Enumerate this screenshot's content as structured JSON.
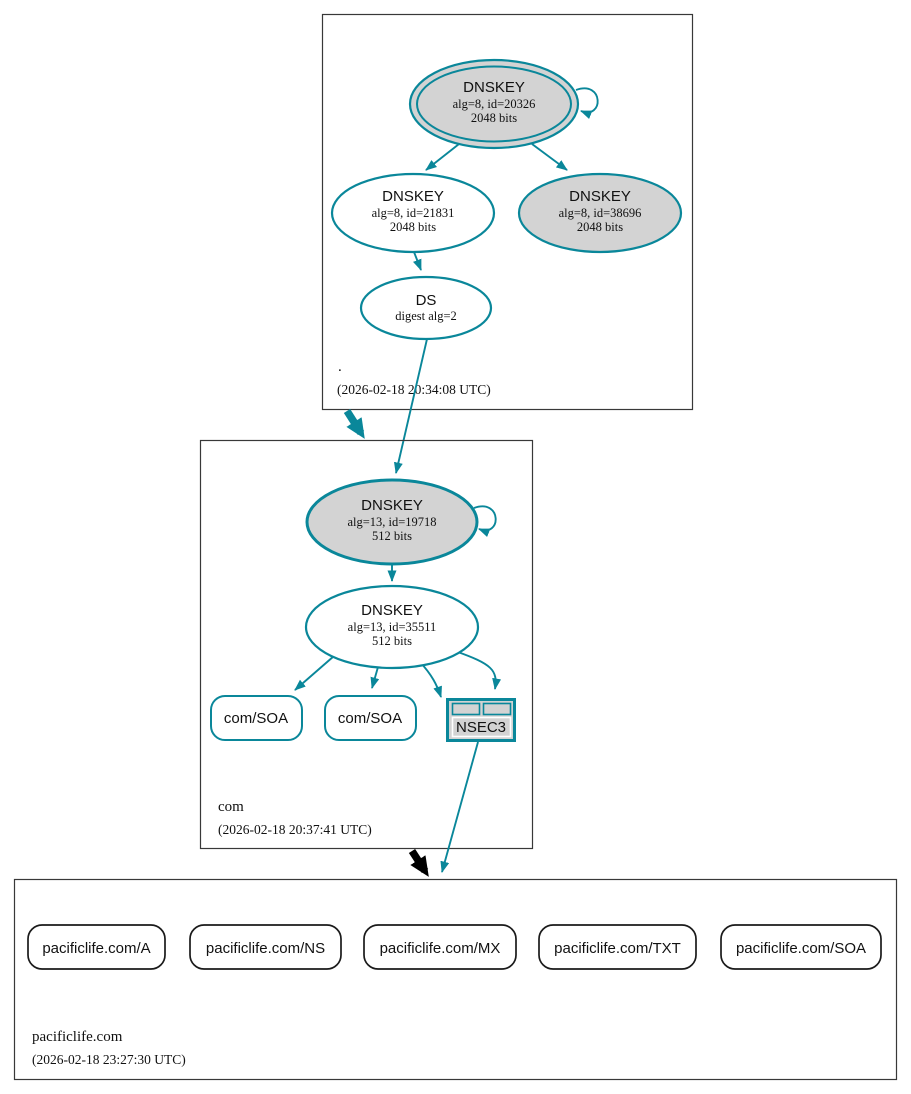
{
  "diagram": {
    "kind": "dnssec-authentication-chain"
  },
  "colors": {
    "secure": "#0a879a",
    "node_fill": "#d3d3d3",
    "edge_insecure": "#000000",
    "box_border": "#383838",
    "rrset_border": "#1a1a1a"
  },
  "zones": {
    "root": {
      "name": ".",
      "timestamp": "(2026-02-18 20:34:08 UTC)",
      "keys": [
        {
          "title": "DNSKEY",
          "detail": "alg=8, id=20326",
          "size": "2048 bits"
        },
        {
          "title": "DNSKEY",
          "detail": "alg=8, id=21831",
          "size": "2048 bits"
        },
        {
          "title": "DNSKEY",
          "detail": "alg=8, id=38696",
          "size": "2048 bits"
        }
      ],
      "ds": {
        "title": "DS",
        "detail": "digest alg=2"
      }
    },
    "com": {
      "name": "com",
      "timestamp": "(2026-02-18 20:37:41 UTC)",
      "keys": [
        {
          "title": "DNSKEY",
          "detail": "alg=13, id=19718",
          "size": "512 bits"
        },
        {
          "title": "DNSKEY",
          "detail": "alg=13, id=35511",
          "size": "512 bits"
        }
      ],
      "rrsets": [
        "com/SOA",
        "com/SOA"
      ],
      "nsec3_label": "NSEC3"
    },
    "pacificlife": {
      "name": "pacificlife.com",
      "timestamp": "(2026-02-18 23:27:30 UTC)",
      "rrsets": [
        "pacificlife.com/A",
        "pacificlife.com/NS",
        "pacificlife.com/MX",
        "pacificlife.com/TXT",
        "pacificlife.com/SOA"
      ]
    }
  }
}
